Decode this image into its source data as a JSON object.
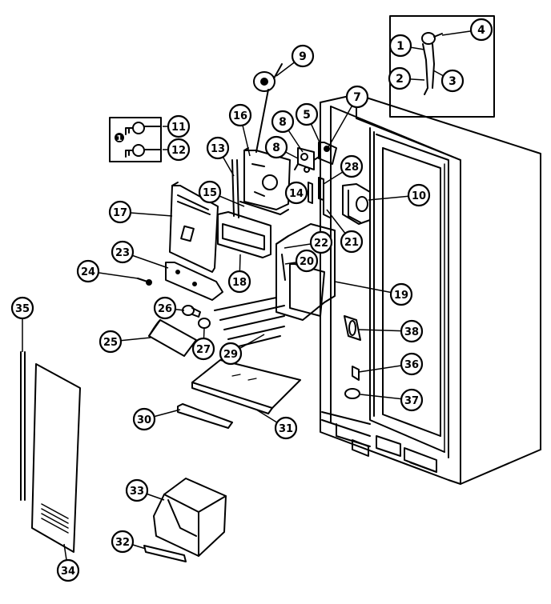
{
  "diagram": {
    "ink": "#000000",
    "paper": "#ffffff",
    "inset_labels": [
      "1",
      "2",
      "3",
      "4"
    ],
    "key_labels": [
      "11",
      "12"
    ],
    "key_marker": "1",
    "callouts": [
      {
        "id": "c1",
        "label": "1"
      },
      {
        "id": "c2",
        "label": "2"
      },
      {
        "id": "c3",
        "label": "3"
      },
      {
        "id": "c4",
        "label": "4"
      },
      {
        "id": "c5",
        "label": "5"
      },
      {
        "id": "c7",
        "label": "7"
      },
      {
        "id": "c8a",
        "label": "8"
      },
      {
        "id": "c8b",
        "label": "8"
      },
      {
        "id": "c9",
        "label": "9"
      },
      {
        "id": "c10",
        "label": "10"
      },
      {
        "id": "c11",
        "label": "11"
      },
      {
        "id": "c12",
        "label": "12"
      },
      {
        "id": "c13",
        "label": "13"
      },
      {
        "id": "c14",
        "label": "14"
      },
      {
        "id": "c15",
        "label": "15"
      },
      {
        "id": "c16",
        "label": "16"
      },
      {
        "id": "c17",
        "label": "17"
      },
      {
        "id": "c18",
        "label": "18"
      },
      {
        "id": "c19",
        "label": "19"
      },
      {
        "id": "c20",
        "label": "20"
      },
      {
        "id": "c21",
        "label": "21"
      },
      {
        "id": "c22",
        "label": "22"
      },
      {
        "id": "c23",
        "label": "23"
      },
      {
        "id": "c24",
        "label": "24"
      },
      {
        "id": "c25",
        "label": "25"
      },
      {
        "id": "c26",
        "label": "26"
      },
      {
        "id": "c27",
        "label": "27"
      },
      {
        "id": "c28",
        "label": "28"
      },
      {
        "id": "c29",
        "label": "29"
      },
      {
        "id": "c30",
        "label": "30"
      },
      {
        "id": "c31",
        "label": "31"
      },
      {
        "id": "c32",
        "label": "32"
      },
      {
        "id": "c33",
        "label": "33"
      },
      {
        "id": "c34",
        "label": "34"
      },
      {
        "id": "c35",
        "label": "35"
      },
      {
        "id": "c36",
        "label": "36"
      },
      {
        "id": "c37",
        "label": "37"
      },
      {
        "id": "c38",
        "label": "38"
      }
    ]
  }
}
